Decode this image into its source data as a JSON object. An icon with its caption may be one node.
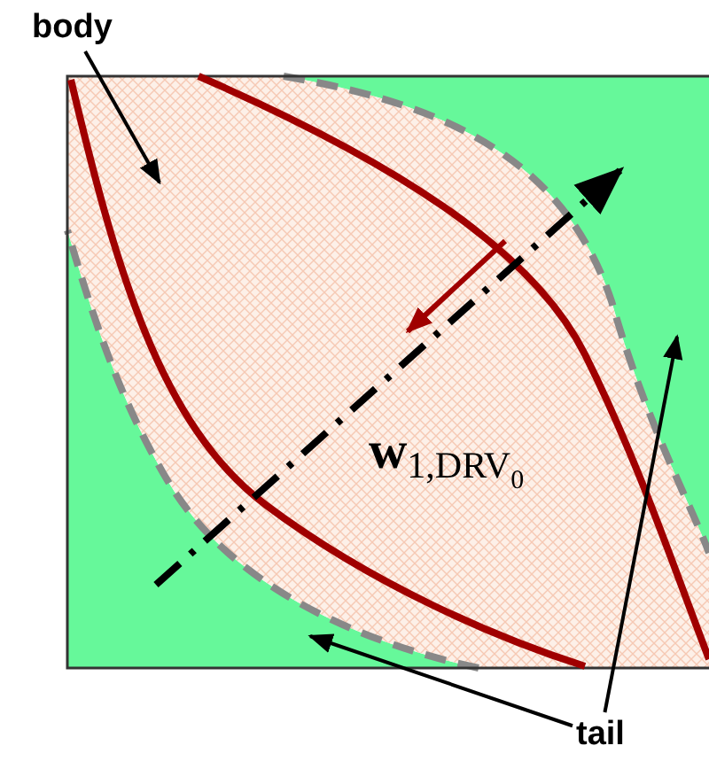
{
  "diagram": {
    "nodes": [
      {
        "text": [
          "body"
        ]
      },
      {
        "text": [
          "tail"
        ]
      }
    ],
    "edges": [
      {
        "from": 0,
        "to": null,
        "arrow": "to"
      },
      {
        "from": 1,
        "to": null,
        "arrow": "to"
      },
      {
        "from": 1,
        "to": null,
        "arrow": "to"
      }
    ],
    "labels": [
      "**w**$_{1,DRV}$$_{0}$"
    ]
  }
}
